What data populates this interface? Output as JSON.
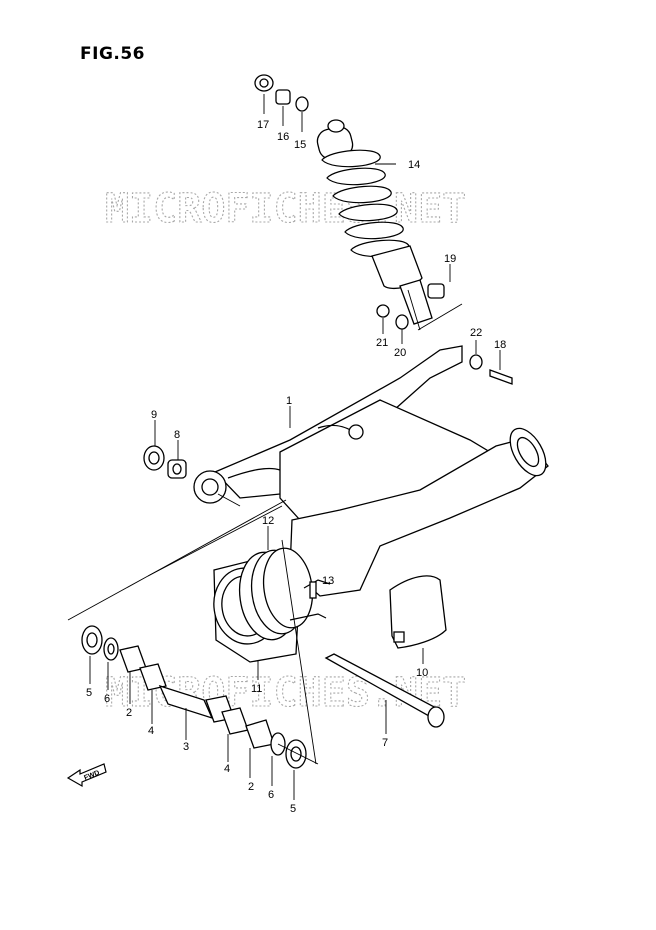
{
  "figure": {
    "title": "FIG.56"
  },
  "watermark": {
    "text": "MICROFICHES.NET",
    "color": "#9a9a9a"
  },
  "fwd_arrow": {
    "label": "FWD"
  },
  "callouts": {
    "c1": "1",
    "c2a": "2",
    "c2b": "2",
    "c3": "3",
    "c4a": "4",
    "c4b": "4",
    "c5a": "5",
    "c5b": "5",
    "c6a": "6",
    "c6b": "6",
    "c7": "7",
    "c8": "8",
    "c9": "9",
    "c10": "10",
    "c11": "11",
    "c12": "12",
    "c13": "13",
    "c14": "14",
    "c15": "15",
    "c16": "16",
    "c17": "17",
    "c18": "18",
    "c19": "19",
    "c20": "20",
    "c21": "21",
    "c22": "22"
  }
}
